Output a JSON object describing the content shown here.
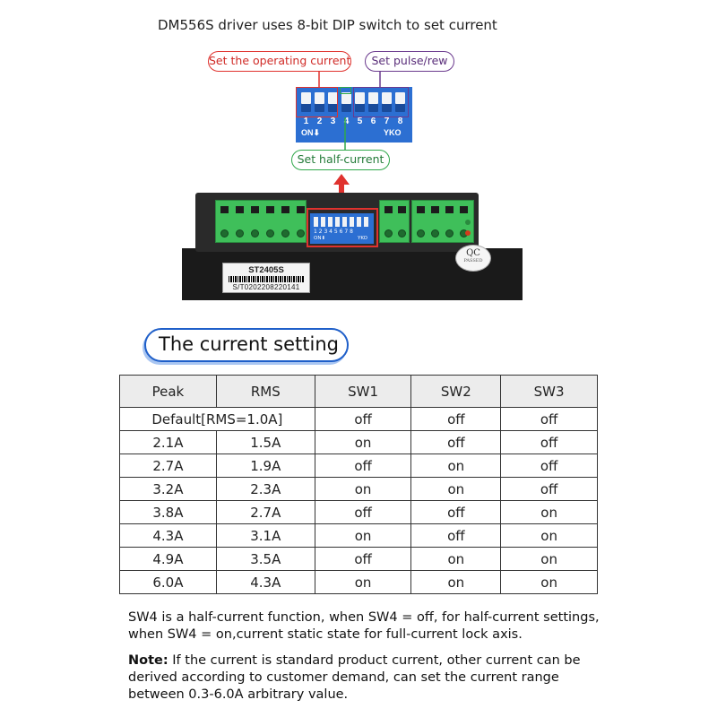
{
  "header": {
    "title": "DM556S driver uses 8-bit DIP switch to set current"
  },
  "callouts": {
    "operating_current": "Set the operating current",
    "pulse_rev": "Set pulse/rew",
    "half_current": "Set half-current"
  },
  "dip_switch": {
    "numbers": [
      "1",
      "2",
      "3",
      "4",
      "5",
      "6",
      "7",
      "8"
    ],
    "on_label": "ON⬇",
    "yko_label": "YKO",
    "small_numbers": "1 2 3 4 5 6 7 8",
    "small_on_label": "ON⬇",
    "small_yko_label": "YKO"
  },
  "device": {
    "model": "ST2405S",
    "serial": "S/T0202208220141",
    "qc": "QC",
    "qc_passed": "PASSED"
  },
  "section": {
    "title": "The current setting"
  },
  "table": {
    "headers": [
      "Peak",
      "RMS",
      "SW1",
      "SW2",
      "SW3"
    ],
    "default_row": {
      "label": "Default[RMS=1.0A]",
      "sw1": "off",
      "sw2": "off",
      "sw3": "off"
    },
    "rows": [
      {
        "peak": "2.1A",
        "rms": "1.5A",
        "sw1": "on",
        "sw2": "off",
        "sw3": "off"
      },
      {
        "peak": "2.7A",
        "rms": "1.9A",
        "sw1": "off",
        "sw2": "on",
        "sw3": "off"
      },
      {
        "peak": "3.2A",
        "rms": "2.3A",
        "sw1": "on",
        "sw2": "on",
        "sw3": "off"
      },
      {
        "peak": "3.8A",
        "rms": "2.7A",
        "sw1": "off",
        "sw2": "off",
        "sw3": "on"
      },
      {
        "peak": "4.3A",
        "rms": "3.1A",
        "sw1": "on",
        "sw2": "off",
        "sw3": "on"
      },
      {
        "peak": "4.9A",
        "rms": "3.5A",
        "sw1": "off",
        "sw2": "on",
        "sw3": "on"
      },
      {
        "peak": "6.0A",
        "rms": "4.3A",
        "sw1": "on",
        "sw2": "on",
        "sw3": "on"
      }
    ]
  },
  "notes": {
    "sw4": "SW4 is a half-current function, when SW4 = off, for half-current settings, when SW4 = on,current static state for full-current lock axis.",
    "note_label": "Note:",
    "note_text": " If the current is standard product current, other current can be derived according to customer demand, can set the current range between 0.3-6.0A arbitrary value."
  },
  "colors": {
    "operating_current": "#e0322e",
    "pulse_rev": "#6b3a8e",
    "half_current": "#2fa84a",
    "dip_blue": "#2c6fd2",
    "terminal_green": "#3fbf5a",
    "pill_border": "#1f5fc9"
  },
  "icons": {
    "arrow": "red-up-arrow-icon"
  }
}
